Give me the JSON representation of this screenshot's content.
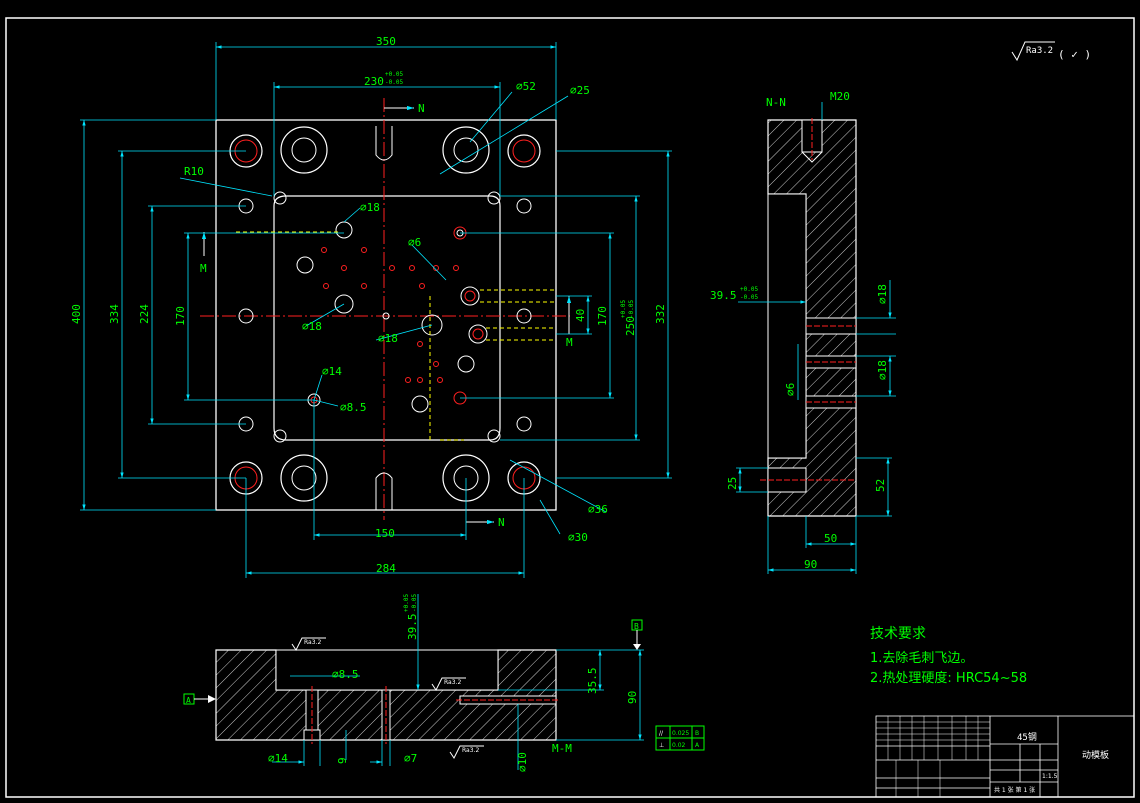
{
  "colors": {
    "background": "#000000",
    "outline": "#ffffff",
    "dimension": "#00e5ff",
    "text": "#00ff00",
    "centerline": "#ff2020",
    "hidden": "#ffff00"
  },
  "roughness_mark": {
    "value": "Ra3.2",
    "paren": "( ✓ )"
  },
  "plan_view": {
    "dims": {
      "width": "350",
      "slot": "230",
      "slot_tol_hi": "+0.05",
      "slot_tol_lo": "-0.05",
      "d52": "⌀52",
      "d25": "⌀25",
      "r10": "R10",
      "height": "400",
      "h334": "334",
      "h224": "224",
      "h170_left": "170",
      "h170_right": "170",
      "h250": "250",
      "h250_tol_hi": "+0.05",
      "h250_tol_lo": "-0.05",
      "h332": "332",
      "d18_a": "⌀18",
      "d6": "⌀6",
      "d18_b": "⌀18",
      "d18_c": "⌀18",
      "h40": "40",
      "d14": "⌀14",
      "d85": "⌀8.5",
      "w150": "150",
      "w284": "284",
      "d36": "⌀36",
      "d30": "⌀30"
    },
    "section_labels": {
      "n_top": "N",
      "n_bottom": "N",
      "m_left": "M",
      "m_right": "M"
    }
  },
  "side_view": {
    "title": "N-N",
    "dims": {
      "m20": "M20",
      "d395": "39.5",
      "d395_tol_hi": "+0.05",
      "d395_tol_lo": "-0.05",
      "d18_a": "⌀18",
      "d18_b": "⌀18",
      "d6": "⌀6",
      "h25": "25",
      "h52": "52",
      "w50": "50",
      "w90": "90"
    }
  },
  "section_view": {
    "title": "M-M",
    "dims": {
      "d395": "39.5",
      "d395_tol_hi": "+0.05",
      "d395_tol_lo": "-0.05",
      "d85": "⌀8.5",
      "h355": "35.5",
      "h90": "90",
      "d14": "⌀14",
      "h9": "9",
      "d7": "⌀7",
      "d10": "⌀10"
    },
    "roughness": [
      "Ra3.2",
      "Ra3.2",
      "Ra3.2"
    ],
    "datum_a": "A",
    "datum_b": "B",
    "tolerance_frame": [
      [
        "//",
        "0.025",
        "B"
      ],
      [
        "⊥",
        "0.02",
        "A"
      ]
    ]
  },
  "tech_notes": {
    "title": "技术要求",
    "items": [
      "1.去除毛刺飞边。",
      "2.热处理硬度: HRC54~58"
    ]
  },
  "title_block": {
    "material": "45钢",
    "drawing_name": "动模板",
    "scale": "1:1.5",
    "sheet": "共 1 张  第 1 张"
  }
}
